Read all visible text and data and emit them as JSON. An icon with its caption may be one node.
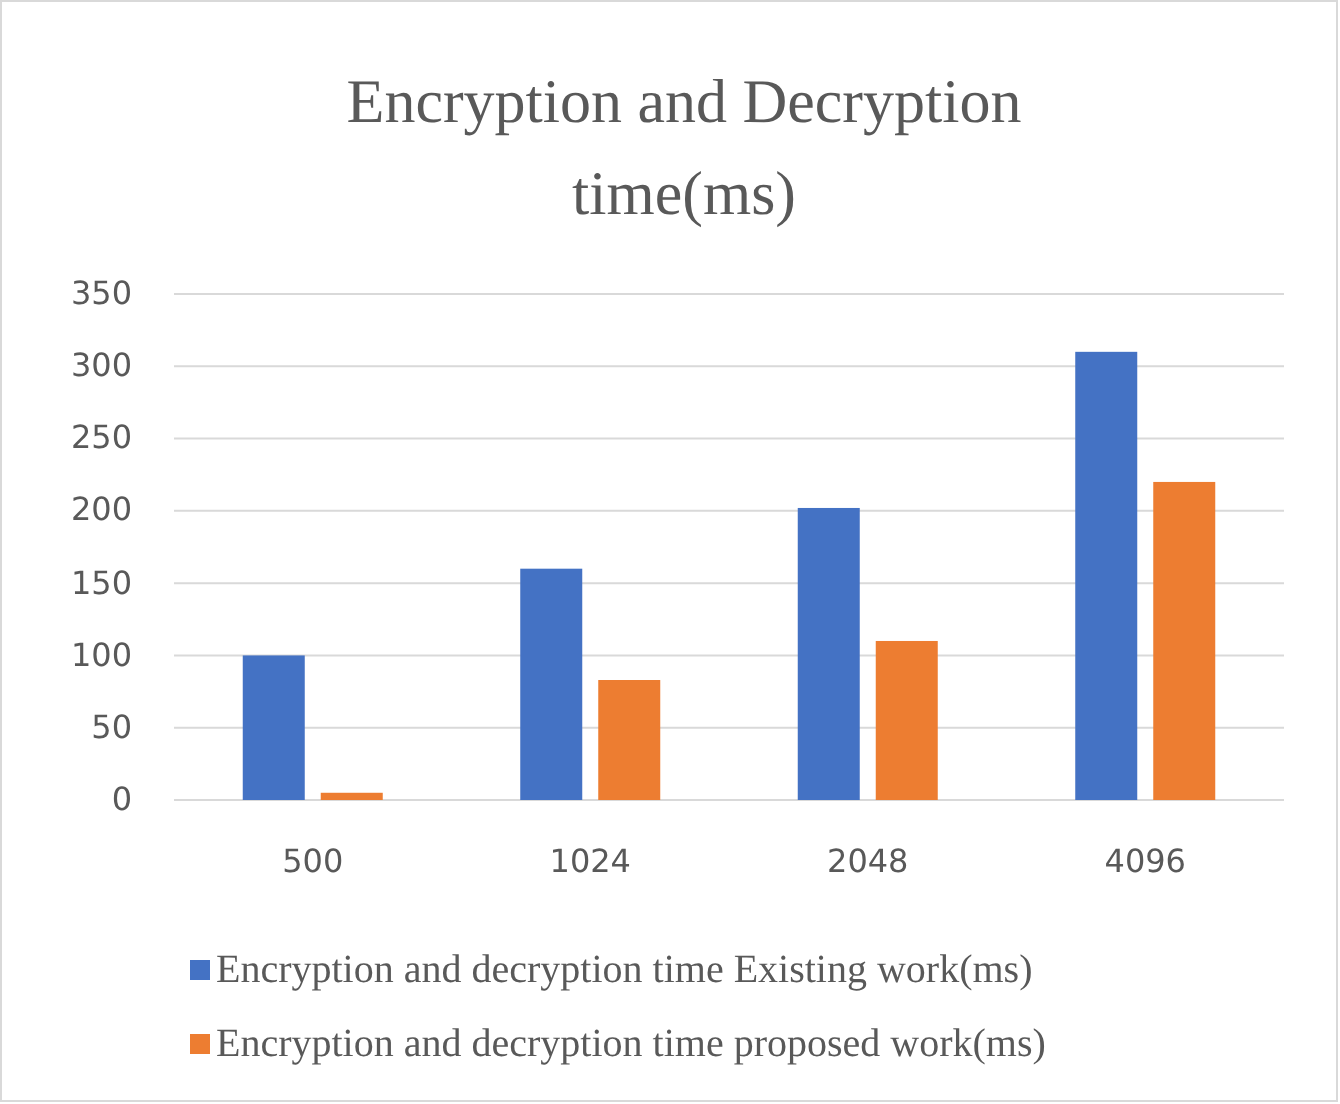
{
  "diagram": {
    "chart_data": {
      "type": "bar",
      "title": "Encryption and Decryption time(ms)",
      "categories": [
        "500",
        "1024",
        "2048",
        "4096"
      ],
      "series": [
        {
          "name": "Encryption and decryption time Existing work(ms)",
          "color": "#4472c4",
          "values": [
            100,
            160,
            202,
            310
          ]
        },
        {
          "name": "Encryption and decryption time proposed work(ms)",
          "color": "#ed7d31",
          "values": [
            5,
            83,
            110,
            220
          ]
        }
      ],
      "grid": true,
      "legend": "bottom",
      "ylim": [
        0,
        350
      ],
      "yticks": [
        0,
        50,
        100,
        150,
        200,
        250,
        300,
        350
      ]
    }
  }
}
